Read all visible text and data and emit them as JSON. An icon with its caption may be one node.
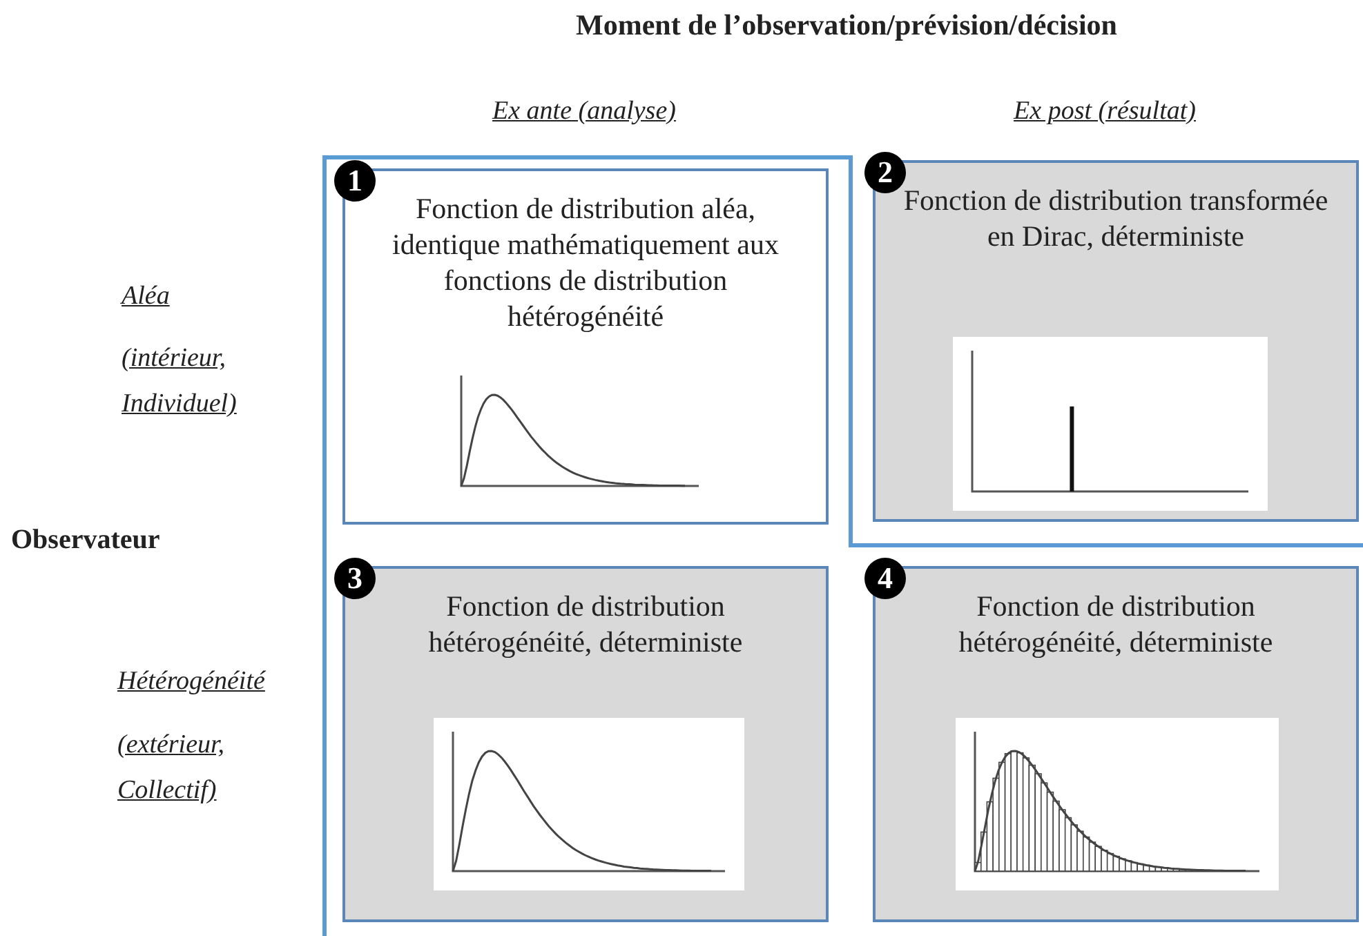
{
  "diagram": {
    "title": "Moment de l’observation/prévision/décision",
    "nodes": [
      {
        "text": [
          "1",
          "Fonction de distribution aléa, identique mathématiquement aux  fonctions de distribution hétérogénéité"
        ]
      },
      {
        "text": [
          "2",
          "Fonction de distribution transformée en Dirac, déterministe"
        ]
      },
      {
        "text": [
          "3",
          "Fonction de distribution hétérogénéité, déterministe"
        ]
      },
      {
        "text": [
          "4",
          "Fonction de distribution hétérogénéité, déterministe"
        ]
      }
    ],
    "labels": [
      "Ex ante   (analyse)",
      "Ex post  (résultat)",
      "Aléa",
      "(intérieur, Individuel)",
      "Observateur",
      "Hétérogénéité",
      "(extérieur, Collectif)"
    ]
  }
}
